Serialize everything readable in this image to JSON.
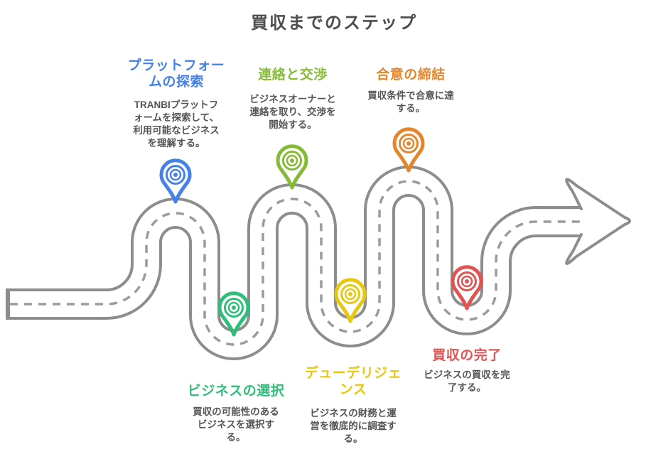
{
  "title": "買収までのステップ",
  "road": {
    "edge_color": "#8d8d8d",
    "dash_color": "#9b9b9b",
    "surface_color": "#ffffff"
  },
  "steps": [
    {
      "id": "platform-exploration",
      "color": "#4481e8",
      "pin_color_name": "blue",
      "heading": "プラットフォームの探索",
      "heading_lines": [
        "プラットフォー",
        "ムの探索"
      ],
      "body": "TRANBIプラットフォームを探索して、利用可能なビジネスを理解する。",
      "body_lines": [
        "TRANBIプラットフ",
        "ォームを探索して、",
        "利用可能なビジネス",
        "を理解する。"
      ]
    },
    {
      "id": "business-selection",
      "color": "#2fbe7a",
      "pin_color_name": "green",
      "heading": "ビジネスの選択",
      "heading_lines": [
        "ビジネスの選択"
      ],
      "body": "買収の可能性のあるビジネスを選択する。",
      "body_lines": [
        "買収の可能性のある",
        "ビジネスを選択す",
        "る。"
      ]
    },
    {
      "id": "contact-negotiation",
      "color": "#85bb34",
      "pin_color_name": "yellow-green",
      "heading": "連絡と交渉",
      "heading_lines": [
        "連絡と交渉"
      ],
      "body": "ビジネスオーナーと連絡を取り、交渉を開始する。",
      "body_lines": [
        "ビジネスオーナーと",
        "連絡を取り、交渉を",
        "開始する。"
      ]
    },
    {
      "id": "due-diligence",
      "color": "#e7c70f",
      "pin_color_name": "yellow",
      "heading": "デューデリジェンス",
      "heading_lines": [
        "デューデリジェ",
        "ンス"
      ],
      "body": "ビジネスの財務と運営を徹底的に調査する。",
      "body_lines": [
        "ビジネスの財務と運",
        "営を徹底的に調査す",
        "る。"
      ]
    },
    {
      "id": "agreement-conclusion",
      "color": "#e2872e",
      "pin_color_name": "orange",
      "heading": "合意の締結",
      "heading_lines": [
        "合意の締結"
      ],
      "body": "買収条件で合意に達する。",
      "body_lines": [
        "買収条件で合意に達",
        "する。"
      ]
    },
    {
      "id": "acquisition-completion",
      "color": "#e05454",
      "pin_color_name": "red",
      "heading": "買収の完了",
      "heading_lines": [
        "買収の完了"
      ],
      "body": "ビジネスの買収を完了する。",
      "body_lines": [
        "ビジネスの買収を完",
        "了する。"
      ]
    }
  ]
}
